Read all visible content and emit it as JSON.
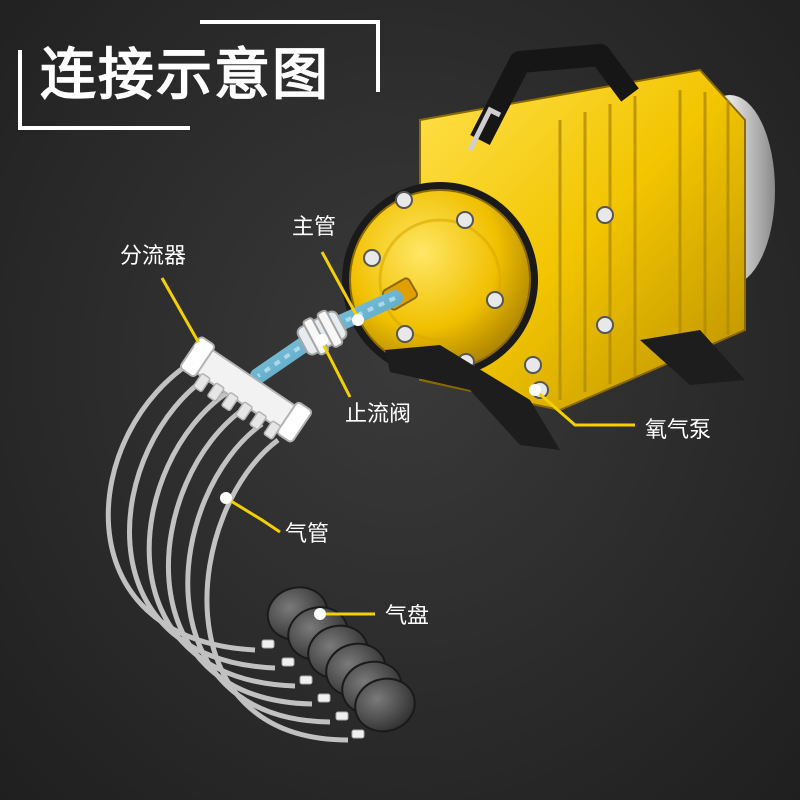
{
  "title": "连接示意图",
  "labels": {
    "splitter": "分流器",
    "main_tube": "主管",
    "check_valve": "止流阀",
    "oxygen_pump": "氧气泵",
    "air_tube": "气管",
    "air_stone": "气盘"
  },
  "colors": {
    "background": "#2b2b2b",
    "pump_yellow": "#f2c500",
    "tube_blue": "#4aa7c9",
    "leader_yellow": "#f5d000",
    "text": "#ffffff"
  }
}
